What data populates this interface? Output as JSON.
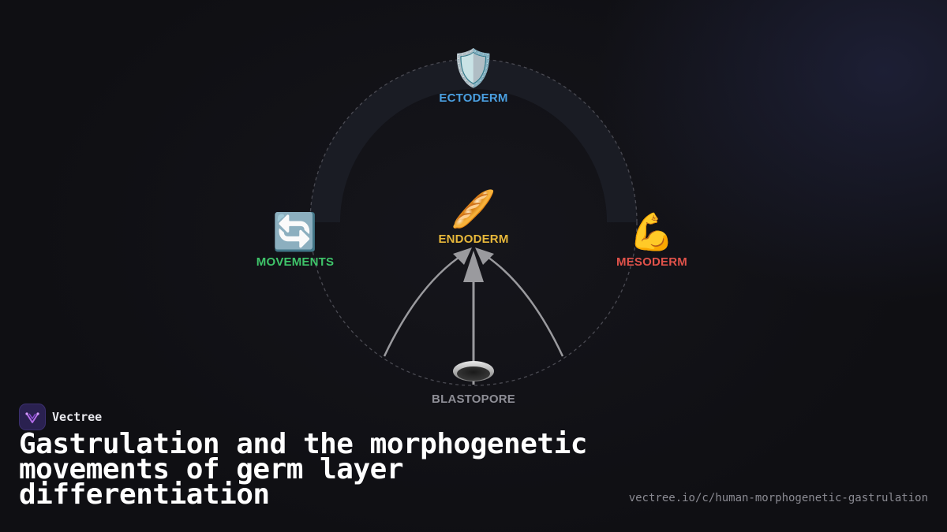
{
  "diagram": {
    "nodes": [
      {
        "id": "ectoderm",
        "label": "ECTODERM",
        "icon": "shield-icon",
        "glyph": "🛡️",
        "color": "#4a9fe0"
      },
      {
        "id": "endoderm",
        "label": "ENDODERM",
        "icon": "bread-icon",
        "glyph": "🥖",
        "color": "#e8b83a"
      },
      {
        "id": "mesoderm",
        "label": "MESODERM",
        "icon": "flexed-biceps-icon",
        "glyph": "💪",
        "color": "#e0524a"
      },
      {
        "id": "movements",
        "label": "MOVEMENTS",
        "icon": "cycle-arrows-icon",
        "glyph": "🔄",
        "color": "#3fc46a"
      },
      {
        "id": "blastopore",
        "label": "BLASTOPORE",
        "icon": "opening-icon",
        "color": "#8e8e96"
      }
    ]
  },
  "brand": {
    "name": "Vectree",
    "logo_icon": "vectree-logo-icon"
  },
  "title": "Gastrulation and the morphogenetic movements of germ layer differentiation",
  "url": "vectree.io/c/human-morphogenetic-gastrulation",
  "colors": {
    "background": "#0f0f13",
    "arc": "#1a1c24",
    "arrow": "#9a9a9e"
  }
}
